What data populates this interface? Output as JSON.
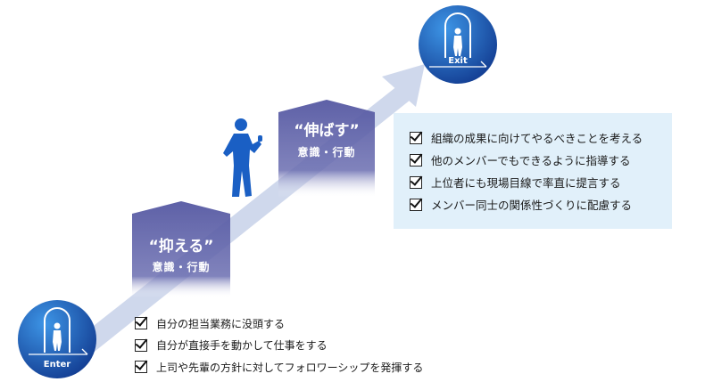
{
  "start": {
    "label": "Enter",
    "icon": "door-person-icon"
  },
  "goal": {
    "label": "Exit",
    "icon": "door-person-icon"
  },
  "stage1": {
    "title": "“抑える”",
    "subtitle": "意識・行動"
  },
  "stage2": {
    "title": "“伸ばす”",
    "subtitle": "意識・行動"
  },
  "upper_items": [
    "組織の成果に向けてやるべきことを考える",
    "他のメンバーでもできるように指導する",
    "上位者にも現場目線で率直に提言する",
    "メンバー同士の関係性づくりに配慮する"
  ],
  "lower_items": [
    "自分の担当業務に没頭する",
    "自分が直接手を動かして仕事をする",
    "上司や先輩の方針に対してフォロワーシップを発揮する"
  ],
  "colors": {
    "circle_dark": "#1e4fa8",
    "circle_light": "#2b7fd6",
    "badge": "#5b5ea6",
    "arrow": "#cfd8ec",
    "person": "#1a5fc4",
    "panel": "#e1f0fa"
  }
}
